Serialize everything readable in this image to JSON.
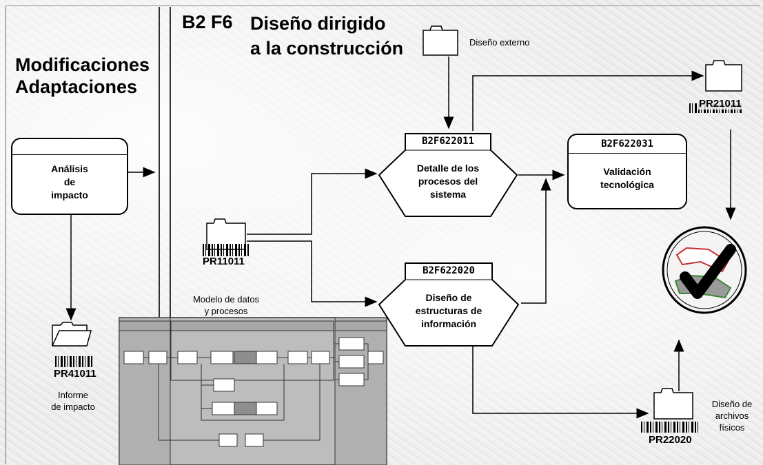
{
  "left_panel": {
    "title": "Modificaciones\nAdaptaciones"
  },
  "header": {
    "phase_code": "B2 F6",
    "phase_title": "Diseño dirigido\na la construcción"
  },
  "processes": {
    "impact_analysis": {
      "label": "Análisis\nde\nimpacto"
    },
    "detail_processes": {
      "code": "B2F622011",
      "label": "Detalle de los\nprocesos del\nsistema"
    },
    "info_structures": {
      "code": "B2F622020",
      "label": "Diseño de\nestructuras de\ninformación"
    },
    "tech_validation": {
      "code": "B2F622031",
      "label": "Validación\ntecnológica"
    }
  },
  "documents": {
    "external_design": {
      "caption": "Diseño externo"
    },
    "pr21011": {
      "code": "PR21011"
    },
    "pr11011": {
      "code": "PR11011"
    },
    "pr41011": {
      "code": "PR41011",
      "caption": "Informe\nde impacto"
    },
    "pr22020": {
      "code": "PR22020",
      "caption": "Diseño de\narchivos\nfísicos"
    }
  },
  "model": {
    "caption": "Modelo de datos\ny procesos"
  },
  "colors": {
    "line": "#000000",
    "check_green": "#3a8a3a",
    "check_red": "#c83232",
    "model_gray": "#9a9a9a"
  }
}
